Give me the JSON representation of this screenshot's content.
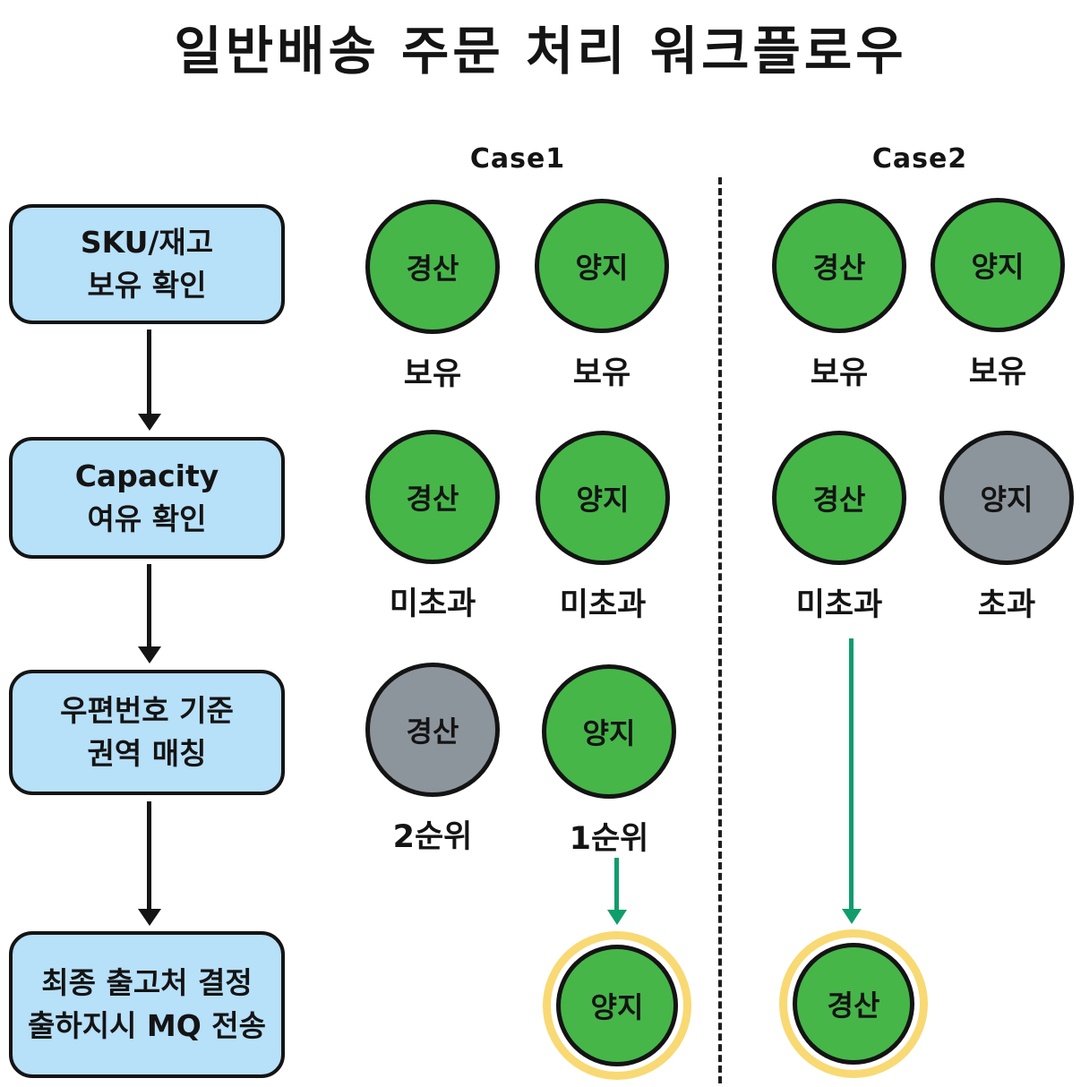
{
  "title": "일반배송 주문 처리 워크플로우",
  "colors": {
    "blue": "#b7e0f9",
    "green": "#46b649",
    "gray": "#8d959c",
    "ink": "#141414",
    "arrow-green": "#0f9d6c",
    "highlight": "#f8d973"
  },
  "flow": {
    "steps": [
      {
        "line1": "SKU/재고",
        "line2": "보유 확인"
      },
      {
        "line1": "Capacity",
        "line2": "여유 확인"
      },
      {
        "line1": "우편번호 기준",
        "line2": "권역 매칭"
      },
      {
        "line1": "최종 출고처 결정",
        "line2": "출하지시 MQ 전송"
      }
    ]
  },
  "cases": [
    {
      "label": "Case1",
      "rows": [
        {
          "nodes": [
            {
              "name": "경산",
              "state": "green",
              "caption": "보유"
            },
            {
              "name": "양지",
              "state": "green",
              "caption": "보유"
            }
          ]
        },
        {
          "nodes": [
            {
              "name": "경산",
              "state": "green",
              "caption": "미초과"
            },
            {
              "name": "양지",
              "state": "green",
              "caption": "미초과"
            }
          ]
        },
        {
          "nodes": [
            {
              "name": "경산",
              "state": "gray",
              "caption": "2순위"
            },
            {
              "name": "양지",
              "state": "green",
              "caption": "1순위"
            }
          ]
        }
      ],
      "result": {
        "name": "양지",
        "state": "green",
        "highlighted": true
      }
    },
    {
      "label": "Case2",
      "rows": [
        {
          "nodes": [
            {
              "name": "경산",
              "state": "green",
              "caption": "보유"
            },
            {
              "name": "양지",
              "state": "green",
              "caption": "보유"
            }
          ]
        },
        {
          "nodes": [
            {
              "name": "경산",
              "state": "green",
              "caption": "미초과"
            },
            {
              "name": "양지",
              "state": "gray",
              "caption": "초과"
            }
          ]
        }
      ],
      "result": {
        "name": "경산",
        "state": "green",
        "highlighted": true
      }
    }
  ]
}
